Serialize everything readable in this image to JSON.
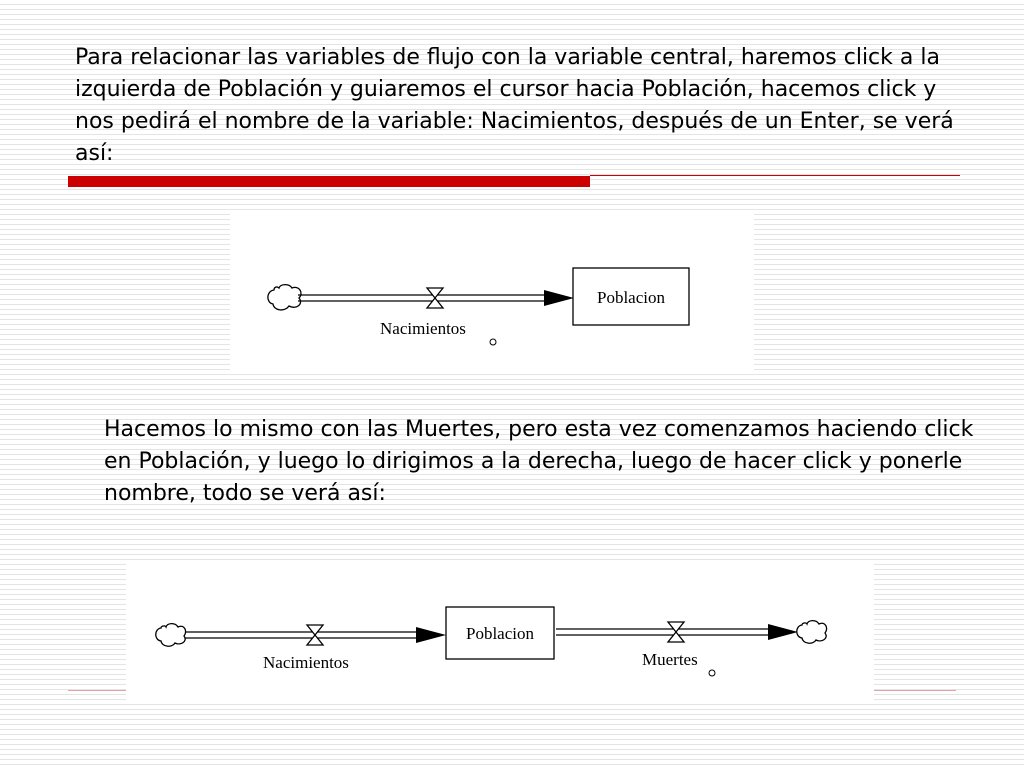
{
  "slide": {
    "paragraph1": "Para relacionar las variables de flujo con la variable central, haremos click a la izquierda de Población y guiaremos el cursor hacia Población, hacemos click y nos pedirá el nombre de la variable: Nacimientos, después de un Enter, se verá así:",
    "paragraph2": "Hacemos lo mismo con las Muertes, pero esta vez comenzamos haciendo click en Población, y luego lo dirigimos a la derecha, luego de hacer click y ponerle nombre, todo se verá así:"
  },
  "diagram1": {
    "stock_label": "Poblacion",
    "inflow_label": "Nacimientos"
  },
  "diagram2": {
    "stock_label": "Poblacion",
    "inflow_label": "Nacimientos",
    "outflow_label": "Muertes"
  },
  "colors": {
    "accent": "#cc0000",
    "stripe": "#e4e4e4"
  }
}
